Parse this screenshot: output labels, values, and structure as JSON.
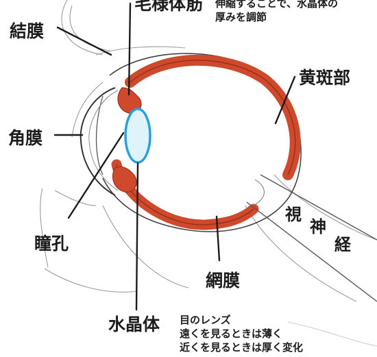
{
  "labels": {
    "ciliary_muscle": "毛様体筋",
    "ciliary_note_line1": "伸縮することで、水晶体の",
    "ciliary_note_line2": "厚みを調節",
    "conjunctiva": "結膜",
    "macula": "黄斑部",
    "cornea": "角膜",
    "optic_nerve_1": "視",
    "optic_nerve_2": "神",
    "optic_nerve_3": "経",
    "pupil": "瞳孔",
    "retina": "網膜",
    "lens": "水晶体",
    "lens_note_line1": "目のレンズ",
    "lens_note_line2": "遠くを見るときは薄く",
    "lens_note_line3": "近くを見るときは厚く変化"
  },
  "colors": {
    "retina_red": "#cf4a2c",
    "retina_dark": "#9c2f1a",
    "lens_fill": "#dff3fb",
    "lens_stroke": "#2b9fd8",
    "outline": "#333333",
    "pencil": "#8a8a8a"
  }
}
